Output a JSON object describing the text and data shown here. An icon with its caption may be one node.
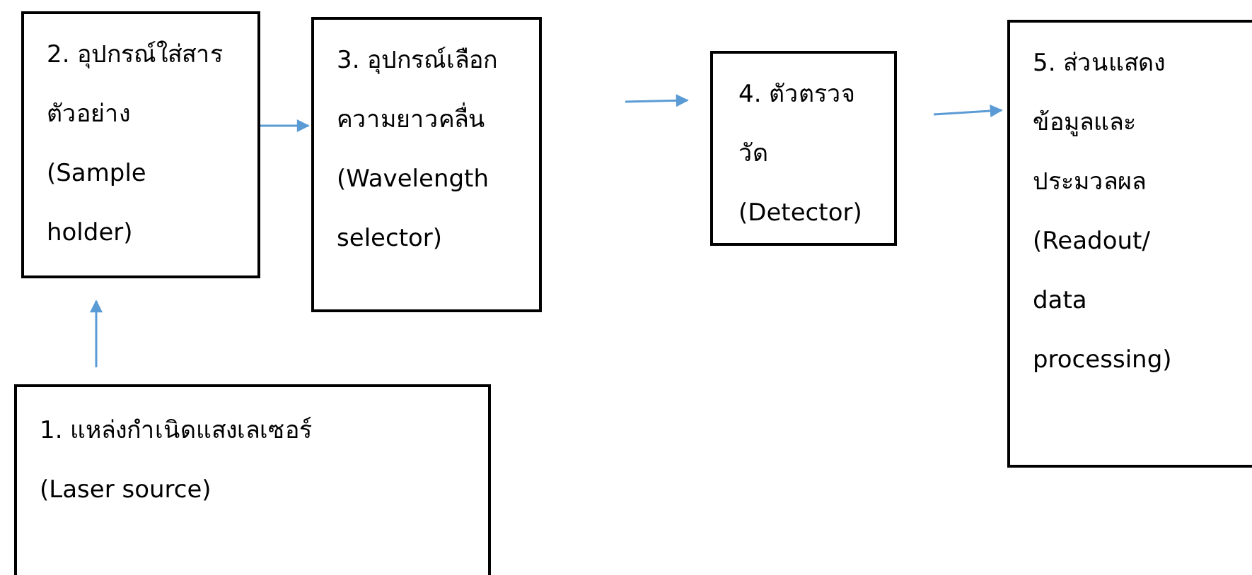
{
  "diagram": {
    "nodes": [
      {
        "text": [
          "1. แหล่งกำเนิดแสงเลเซอร์",
          "(Laser source)"
        ]
      },
      {
        "text": [
          "2. อุปกรณ์ใส่สารตัวอย่าง",
          "(Sample holder)"
        ]
      },
      {
        "text": [
          "3. อุปกรณ์เลือกความยาวคลื่น",
          "(Wavelength selector)"
        ]
      },
      {
        "text": [
          "4. ตัวตรวจวัด",
          "(Detector)"
        ]
      },
      {
        "text": [
          "5. ส่วนแสดงข้อมูลและประมวลผล",
          "(Readout/ data processing)"
        ]
      }
    ],
    "edges": [
      {
        "from": 0,
        "to": 1,
        "arrow": "to"
      },
      {
        "from": 1,
        "to": 2,
        "arrow": "to"
      },
      {
        "from": 2,
        "to": 3,
        "arrow": "to"
      },
      {
        "from": 3,
        "to": 4,
        "arrow": "to"
      }
    ]
  }
}
